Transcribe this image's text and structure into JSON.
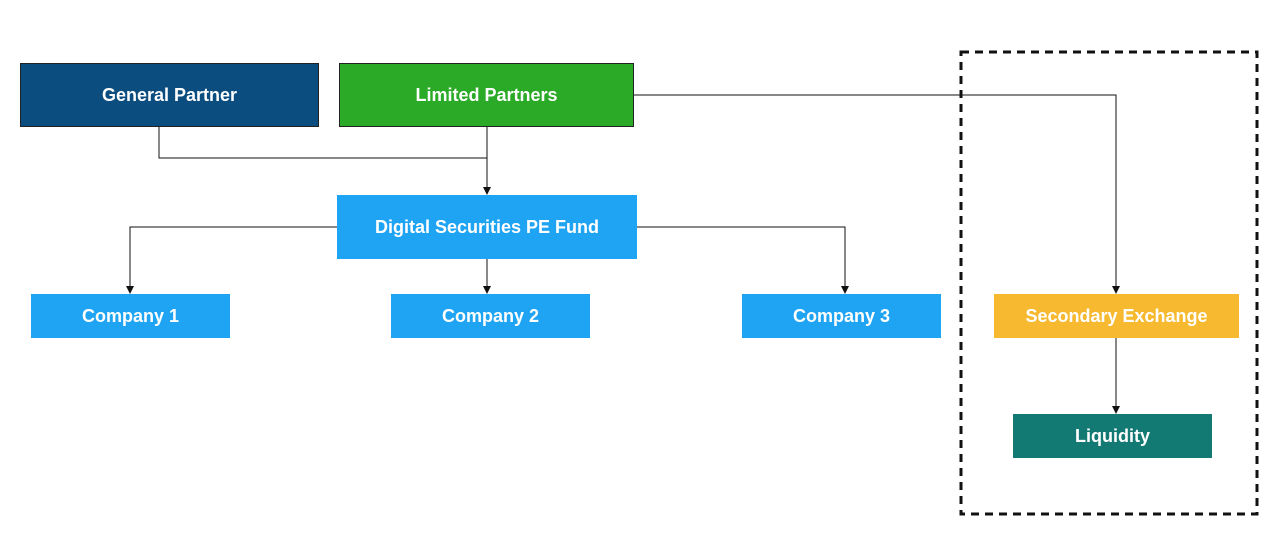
{
  "nodes": {
    "general_partner": "General Partner",
    "limited_partners": "Limited Partners",
    "fund": "Digital Securities PE Fund",
    "company_1": "Company 1",
    "company_2": "Company 2",
    "company_3": "Company 3",
    "secondary_exchange": "Secondary Exchange",
    "liquidity": "Liquidity"
  },
  "colors": {
    "general_partner": "#0b4d7e",
    "limited_partners": "#2aaa26",
    "fund": "#1fa4f3",
    "company": "#1fa4f3",
    "secondary_exchange": "#f6b92f",
    "liquidity": "#127a72",
    "connector": "#111111"
  },
  "edges": [
    {
      "from": "general_partner",
      "to": "fund"
    },
    {
      "from": "limited_partners",
      "to": "fund"
    },
    {
      "from": "fund",
      "to": "company_1"
    },
    {
      "from": "fund",
      "to": "company_2"
    },
    {
      "from": "fund",
      "to": "company_3"
    },
    {
      "from": "limited_partners",
      "to": "secondary_exchange"
    },
    {
      "from": "secondary_exchange",
      "to": "liquidity"
    }
  ]
}
